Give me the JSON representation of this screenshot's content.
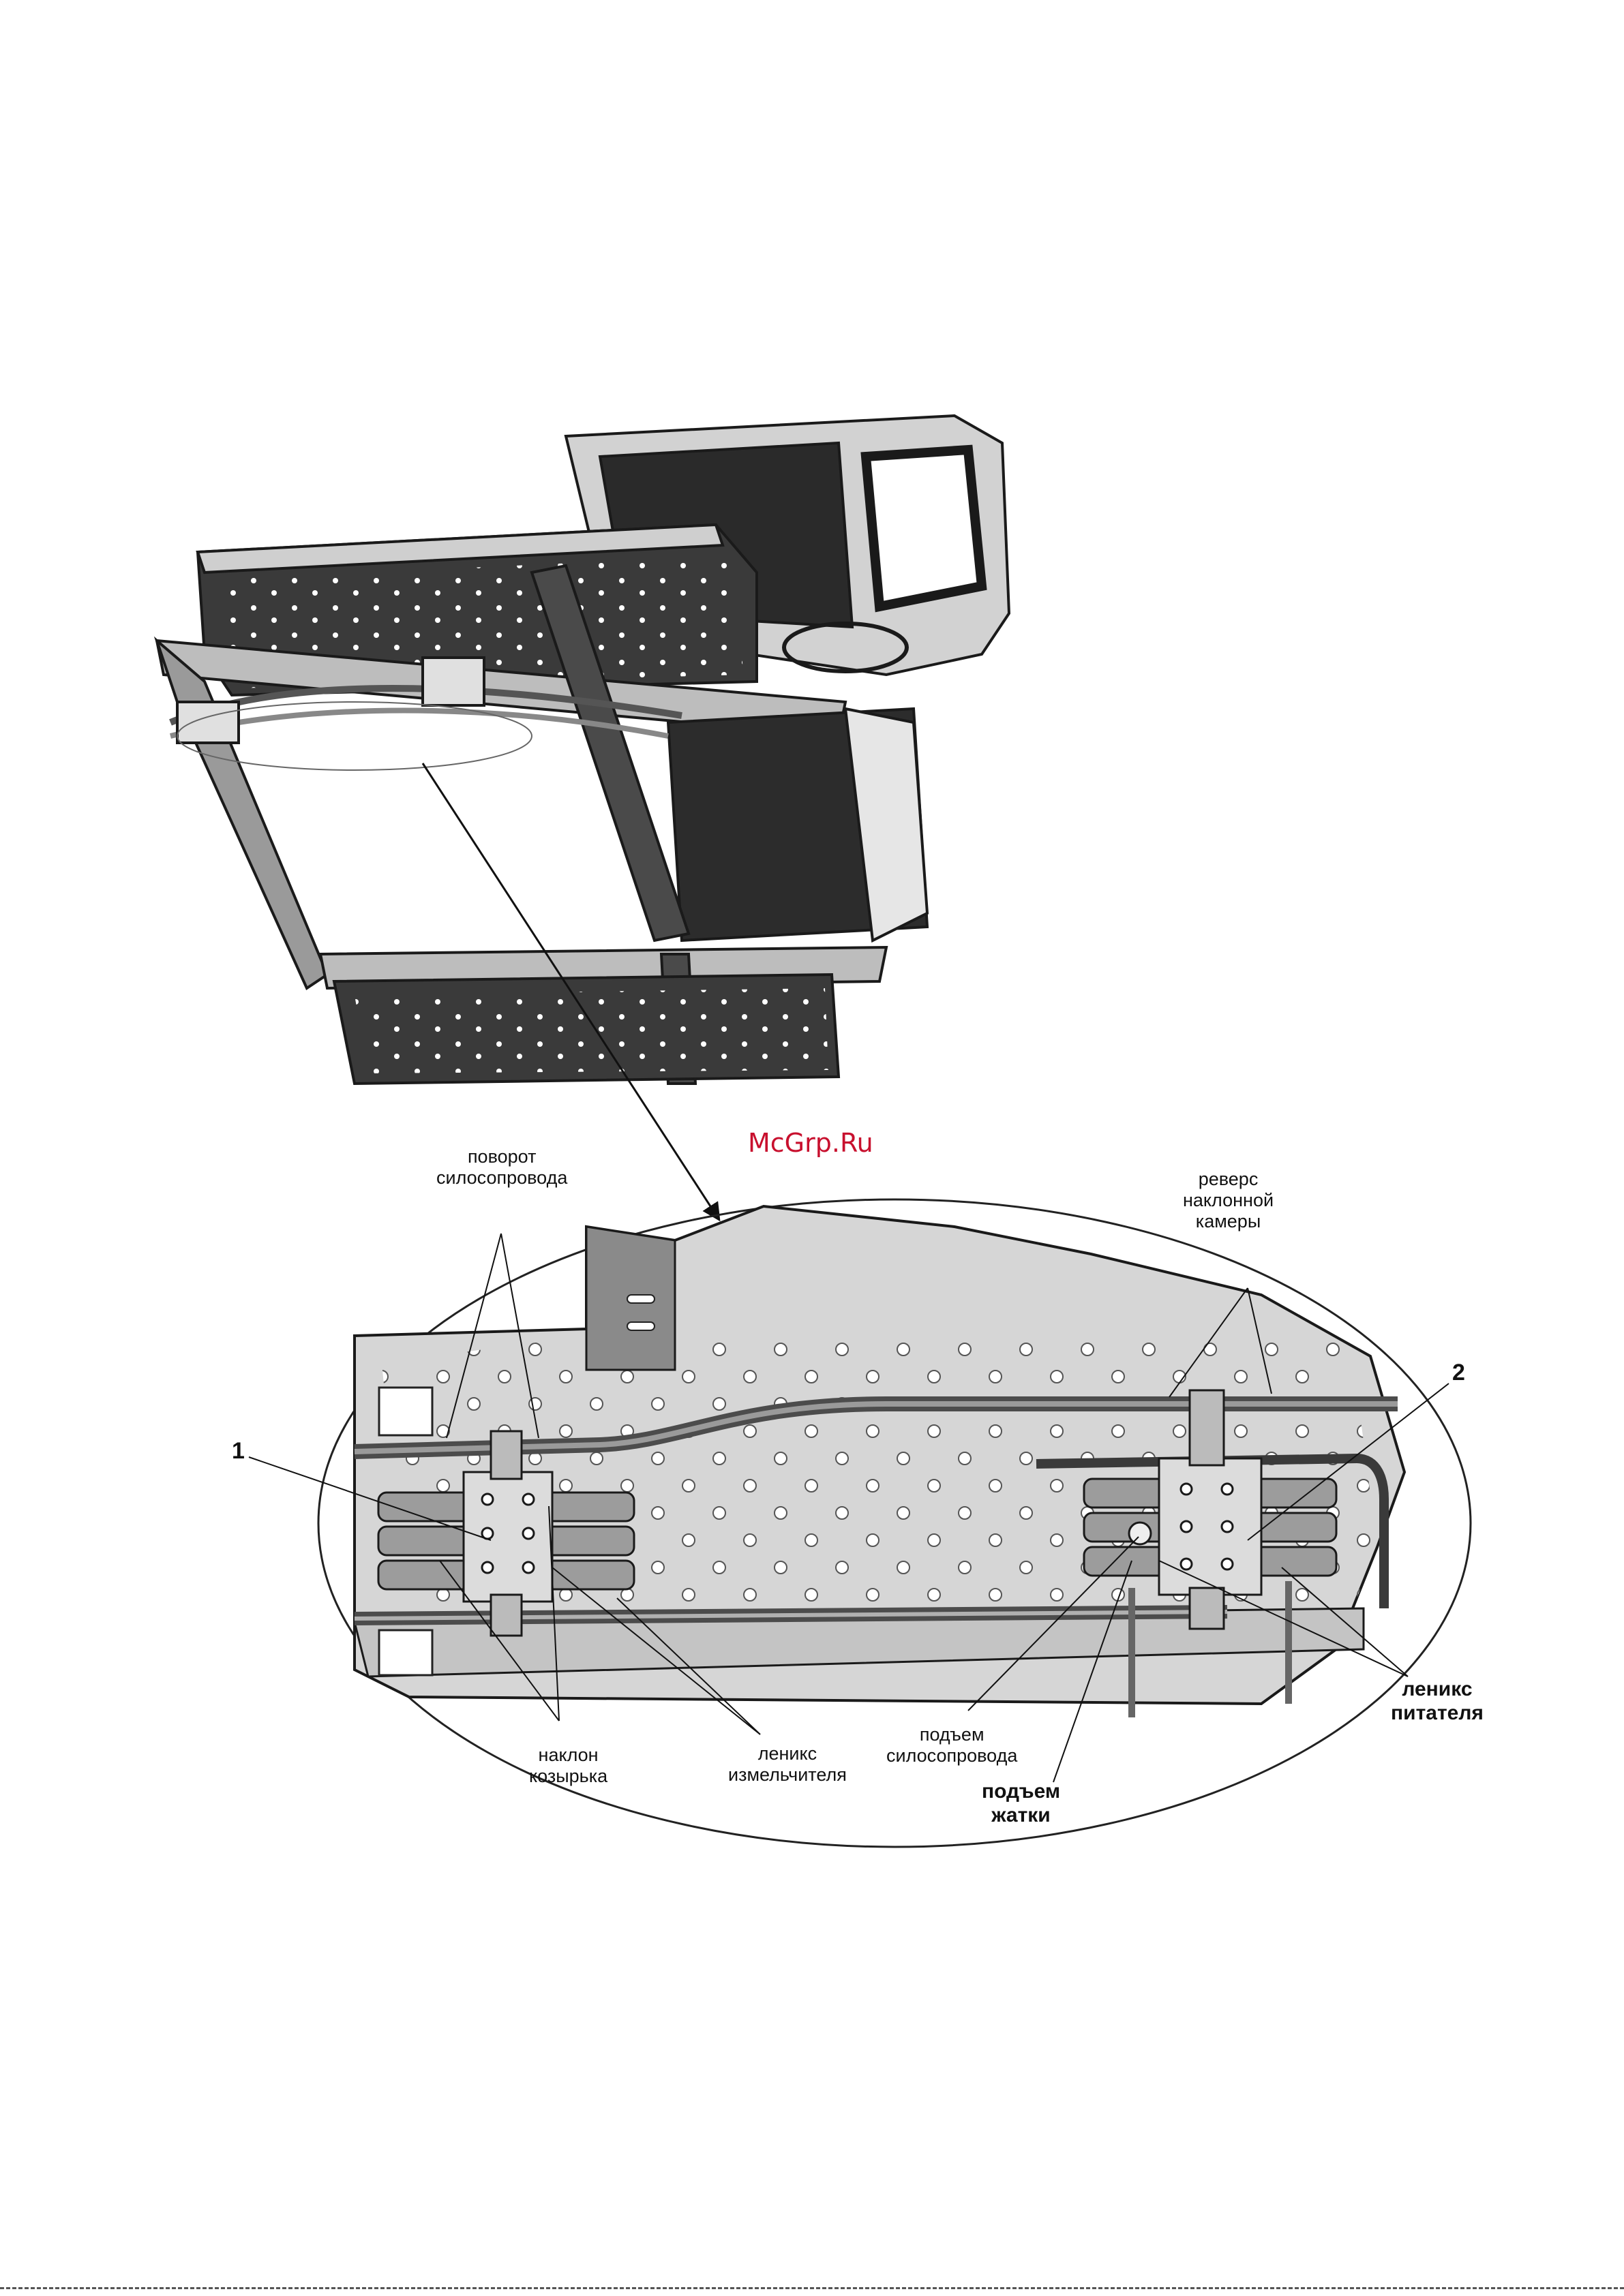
{
  "watermark": "McGrp.Ru",
  "callouts": {
    "item_1": "1",
    "item_2": "2"
  },
  "labels": {
    "chute_rotation": [
      "поворот",
      "силосопровода"
    ],
    "chamber_reverse": [
      "реверс",
      "наклонной",
      "камеры"
    ],
    "visor_tilt": [
      "наклон",
      "козырька"
    ],
    "chopper_lenix": [
      "леникс",
      "измельчителя"
    ],
    "chute_lift": [
      "подъем",
      "силосопровода"
    ],
    "header_lift": [
      "подъем",
      "жатки"
    ],
    "feeder_lenix": [
      "леникс",
      "питателя"
    ]
  },
  "colors": {
    "line": "#1a1a1a",
    "plate": "#d6d6d6",
    "plate_dark": "#8a8a8a",
    "hole": "#ffffff",
    "watermark": "#c8102e"
  }
}
